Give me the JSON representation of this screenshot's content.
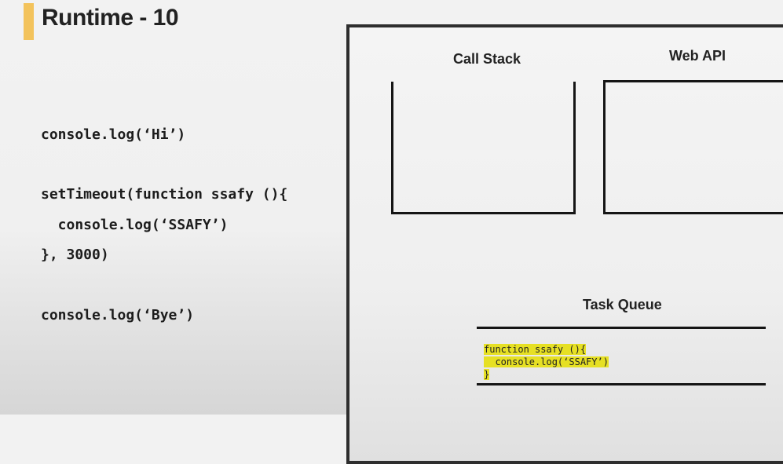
{
  "slide": {
    "title": "Runtime - 10"
  },
  "code": {
    "lines": [
      "console.log(‘Hi’)",
      "setTimeout(function ssafy (){",
      "  console.log(‘SSAFY’)",
      "}, 3000)",
      "console.log(‘Bye’)"
    ]
  },
  "runtime": {
    "call_stack_label": "Call Stack",
    "web_api_label": "Web API",
    "task_queue_label": "Task Queue",
    "task_queue_items": [
      {
        "lines": [
          "function ssafy (){",
          "  console.log(‘SSAFY’)",
          "}"
        ]
      }
    ]
  },
  "colors": {
    "title_accent": "#f3c35c",
    "highlight": "#e6e024"
  }
}
